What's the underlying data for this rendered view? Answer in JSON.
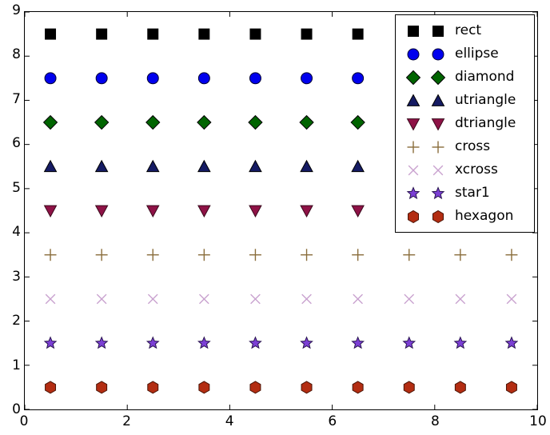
{
  "chart_data": {
    "type": "scatter",
    "title": "",
    "xlabel": "",
    "ylabel": "",
    "xlim": [
      0,
      10
    ],
    "ylim": [
      0,
      9
    ],
    "grid": false,
    "legend_position": "upper right",
    "legend_numpoints": 2,
    "xticks": [
      0,
      2,
      4,
      6,
      8,
      10
    ],
    "yticks": [
      0,
      1,
      2,
      3,
      4,
      5,
      6,
      7,
      8,
      9
    ],
    "xtick_labels": [
      "0",
      "2",
      "4",
      "6",
      "8",
      "10"
    ],
    "ytick_labels": [
      "0",
      "1",
      "2",
      "3",
      "4",
      "5",
      "6",
      "7",
      "8",
      "9"
    ],
    "x": [
      0.5,
      1.5,
      2.5,
      3.5,
      4.5,
      5.5,
      6.5,
      7.5,
      8.5,
      9.5
    ],
    "series": [
      {
        "name": "rect",
        "marker": "square",
        "y": 8.5,
        "values": [
          8.5,
          8.5,
          8.5,
          8.5,
          8.5,
          8.5,
          8.5,
          8.5,
          8.5,
          8.5
        ],
        "face_color": "#000000",
        "edge_color": "#000000",
        "size": 13
      },
      {
        "name": "ellipse",
        "marker": "circle",
        "y": 7.5,
        "values": [
          7.5,
          7.5,
          7.5,
          7.5,
          7.5,
          7.5,
          7.5,
          7.5,
          7.5,
          7.5
        ],
        "face_color": "#0000ee",
        "edge_color": "#000033",
        "size": 14
      },
      {
        "name": "diamond",
        "marker": "diamond",
        "y": 6.5,
        "values": [
          6.5,
          6.5,
          6.5,
          6.5,
          6.5,
          6.5,
          6.5,
          6.5,
          6.5,
          6.5
        ],
        "face_color": "#006400",
        "edge_color": "#000000",
        "size": 17
      },
      {
        "name": "utriangle",
        "marker": "triangle-up",
        "y": 5.5,
        "values": [
          5.5,
          5.5,
          5.5,
          5.5,
          5.5,
          5.5,
          5.5,
          5.5,
          5.5,
          5.5
        ],
        "face_color": "#151b63",
        "edge_color": "#000000",
        "size": 15
      },
      {
        "name": "dtriangle",
        "marker": "triangle-down",
        "y": 4.5,
        "values": [
          4.5,
          4.5,
          4.5,
          4.5,
          4.5,
          4.5,
          4.5,
          4.5,
          4.5,
          4.5
        ],
        "face_color": "#8e1246",
        "edge_color": "#3a0a1c",
        "size": 15
      },
      {
        "name": "cross",
        "marker": "plus",
        "y": 3.5,
        "values": [
          3.5,
          3.5,
          3.5,
          3.5,
          3.5,
          3.5,
          3.5,
          3.5,
          3.5,
          3.5
        ],
        "face_color": "none",
        "edge_color": "#8a6d3b",
        "size": 15
      },
      {
        "name": "xcross",
        "marker": "x",
        "y": 2.5,
        "values": [
          2.5,
          2.5,
          2.5,
          2.5,
          2.5,
          2.5,
          2.5,
          2.5,
          2.5,
          2.5
        ],
        "face_color": "none",
        "edge_color": "#c9a2cf",
        "size": 15
      },
      {
        "name": "star1",
        "marker": "star",
        "y": 1.5,
        "values": [
          1.5,
          1.5,
          1.5,
          1.5,
          1.5,
          1.5,
          1.5,
          1.5,
          1.5,
          1.5
        ],
        "face_color": "#7b3fd4",
        "edge_color": "#2a1550",
        "size": 15
      },
      {
        "name": "hexagon",
        "marker": "hexagon",
        "y": 0.5,
        "values": [
          0.5,
          0.5,
          0.5,
          0.5,
          0.5,
          0.5,
          0.5,
          0.5,
          0.5,
          0.5
        ],
        "face_color": "#b32d12",
        "edge_color": "#4a1406",
        "size": 15
      }
    ]
  },
  "legend": {
    "entries": [
      {
        "label": "rect"
      },
      {
        "label": "ellipse"
      },
      {
        "label": "diamond"
      },
      {
        "label": "utriangle"
      },
      {
        "label": "dtriangle"
      },
      {
        "label": "cross"
      },
      {
        "label": "xcross"
      },
      {
        "label": "star1"
      },
      {
        "label": "hexagon"
      }
    ]
  },
  "colors": {
    "background": "#ffffff",
    "axis": "#000000",
    "text": "#000000"
  }
}
